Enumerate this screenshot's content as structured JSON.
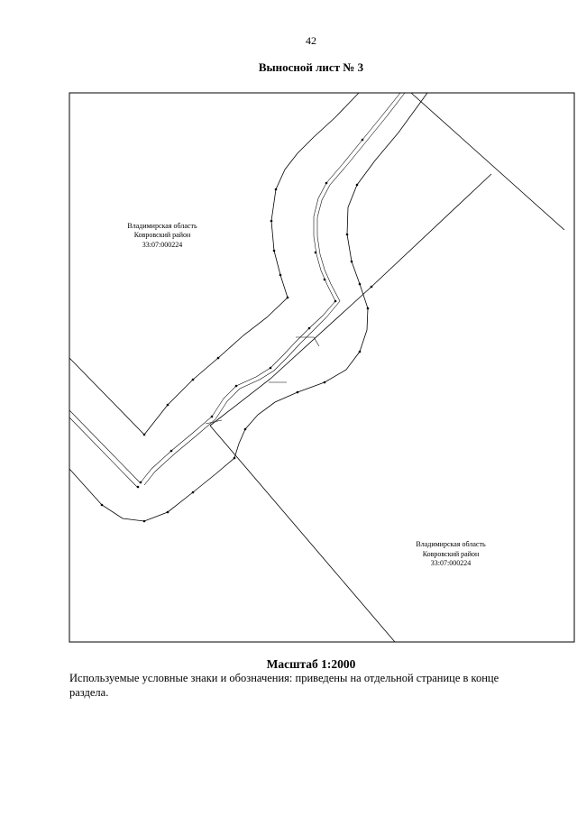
{
  "page": {
    "number": "42",
    "title": "Выносной лист № 3"
  },
  "map": {
    "regions": [
      {
        "lines": [
          "Владимирская область",
          "Ковровский район",
          "33:07:000224"
        ]
      },
      {
        "lines": [
          "Владимирская область",
          "Ковровский район",
          "33:07:000224"
        ]
      }
    ]
  },
  "scale": "Масштаб 1:2000",
  "legend_note": {
    "lines": [
      "Используемые условные знаки и обозначения: приведены на отдельной странице в конце",
      "раздела."
    ]
  },
  "colors": {
    "ink": "#000000",
    "paper": "#ffffff"
  }
}
